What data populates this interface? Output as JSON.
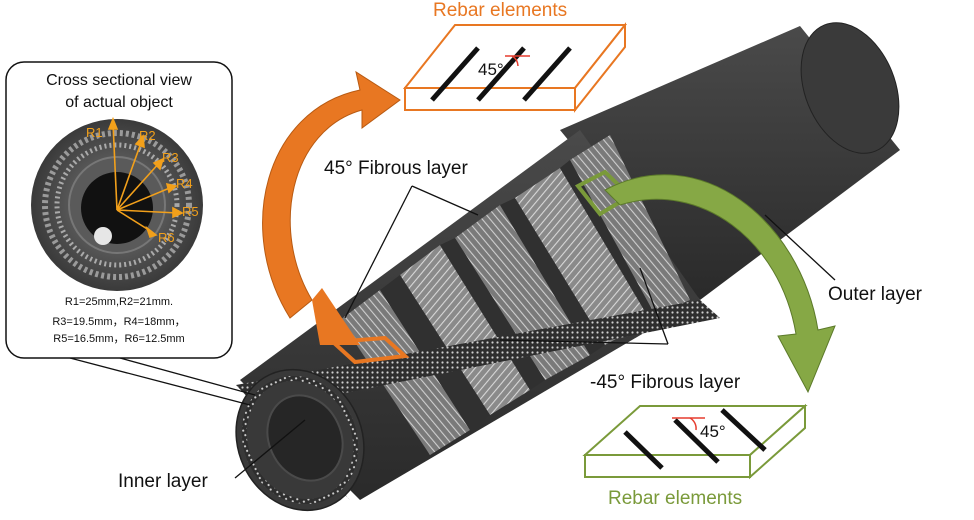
{
  "inset": {
    "title_line1": "Cross sectional view",
    "title_line2": "of actual object",
    "radii_labels": [
      "R1",
      "R2",
      "R3",
      "R4",
      "R5",
      "R6"
    ],
    "spec_line1": "R1=25mm,R2=21mm.",
    "spec_line2": "R3=19.5mm，R4=18mm，",
    "spec_line3": "R5=16.5mm，R6=12.5mm"
  },
  "labels": {
    "rebar_top": "Rebar elements",
    "rebar_bottom": "Rebar elements",
    "angle_top": "45°",
    "angle_bottom": "45°",
    "fibrous_pos": "45° Fibrous layer",
    "fibrous_neg": "-45° Fibrous layer",
    "outer_layer": "Outer layer",
    "inner_layer": "Inner layer"
  },
  "colors": {
    "orange": "#e87722",
    "green": "#7a9a3a",
    "rubber": "#3c3c3c",
    "yellow_arrow": "#f2a01b"
  }
}
